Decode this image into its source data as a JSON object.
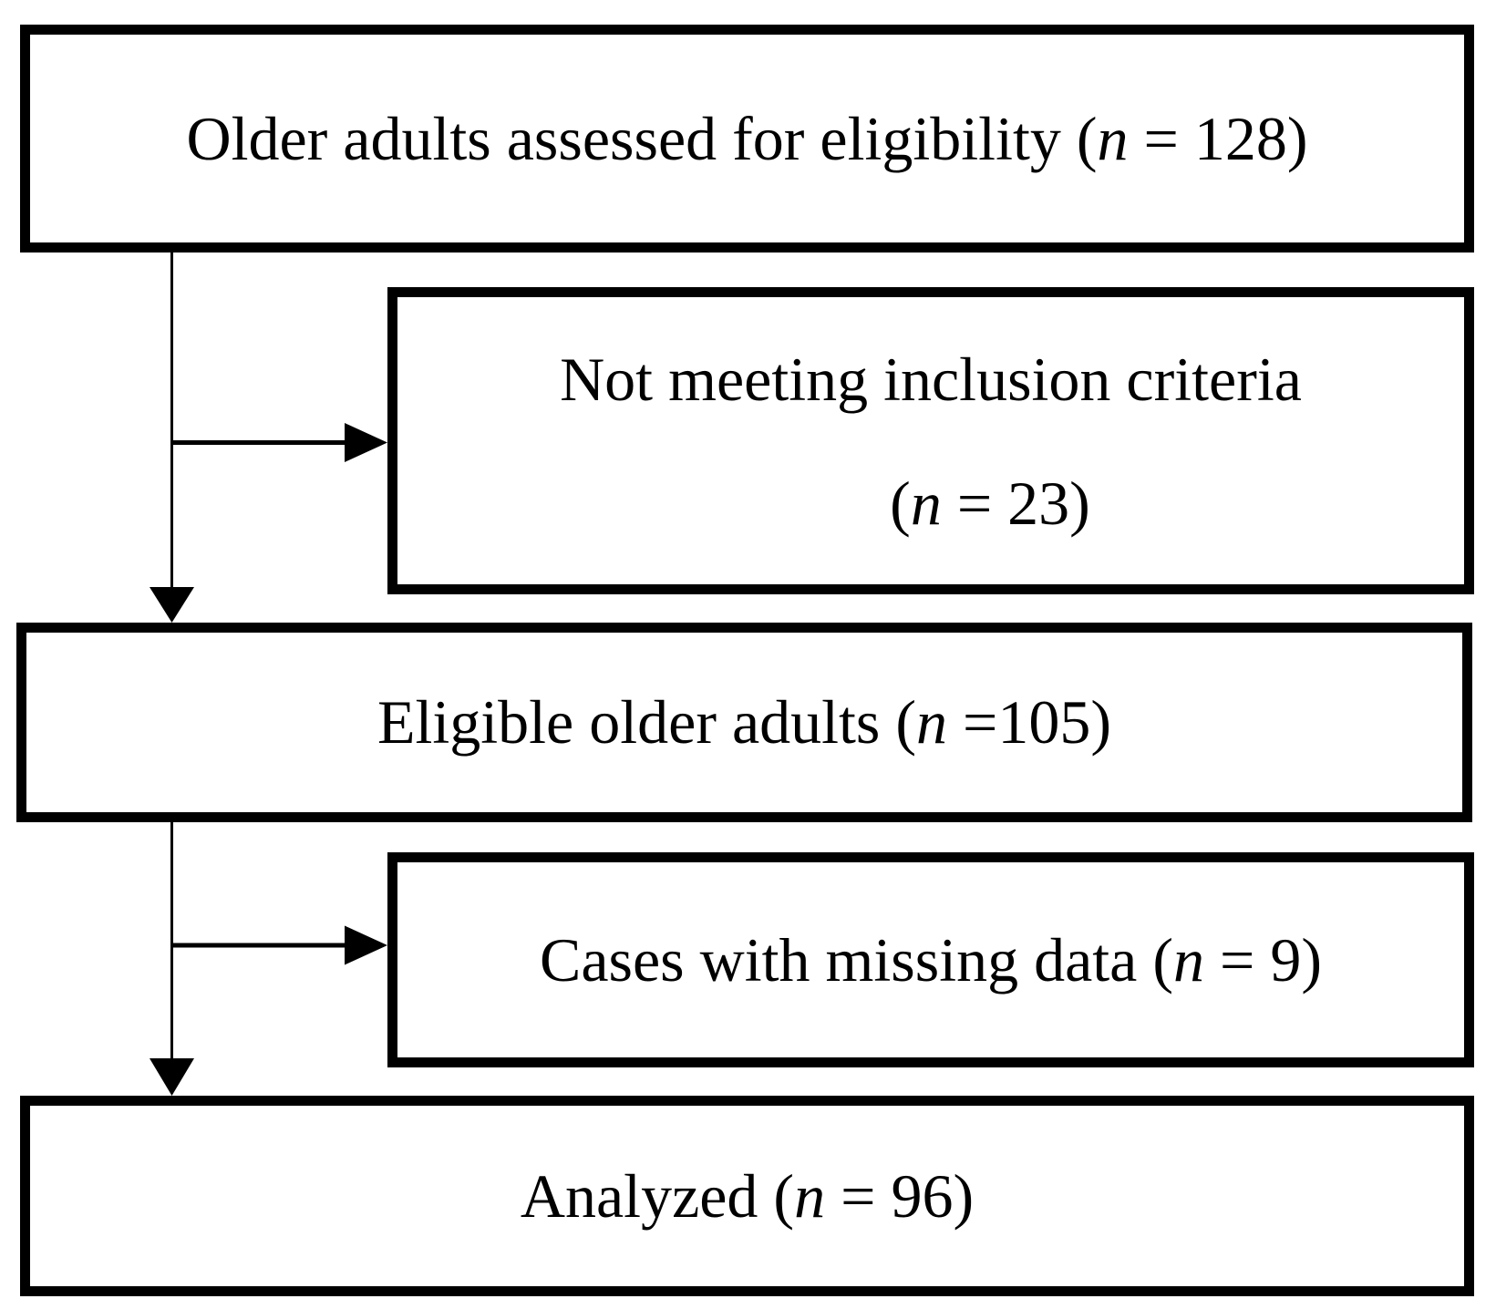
{
  "diagram": {
    "type": "flowchart",
    "background_color": "#ffffff",
    "stroke_color": "#000000",
    "nodes": {
      "assessed": {
        "pre": "Older adults assessed for eligibility (",
        "n_var": "n",
        "post": " = 128)",
        "count": 128
      },
      "excluded": {
        "line1": "Not meeting inclusion criteria",
        "pre": "(",
        "n_var": "n",
        "post": " = 23)",
        "count": 23
      },
      "eligible": {
        "pre": "Eligible older adults (",
        "n_var": "n",
        "post": " =105)",
        "count": 105
      },
      "missing": {
        "pre": "Cases with missing data (",
        "n_var": "n",
        "post": " = 9)",
        "count": 9
      },
      "analyzed": {
        "pre": "Analyzed (",
        "n_var": "n",
        "post": " = 96)",
        "count": 96
      }
    },
    "edges": [
      {
        "from": "assessed",
        "to": "eligible",
        "style": "arrow-down"
      },
      {
        "from": "assessed",
        "to": "excluded",
        "style": "arrow-right-branch"
      },
      {
        "from": "eligible",
        "to": "analyzed",
        "style": "arrow-down"
      },
      {
        "from": "eligible",
        "to": "missing",
        "style": "arrow-right-branch"
      }
    ]
  }
}
